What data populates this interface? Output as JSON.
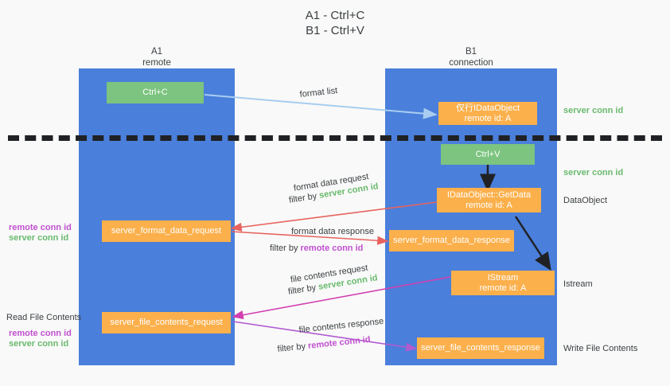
{
  "title": {
    "line1": "A1 - Ctrl+C",
    "line2": "B1 - Ctrl+V"
  },
  "columns": [
    {
      "name": "A1",
      "sub": "remote"
    },
    {
      "name": "B1",
      "sub": "connection"
    }
  ],
  "nodes": {
    "ctrl_c": {
      "label": "Ctrl+C",
      "color": "#7cc47f"
    },
    "ctrl_v": {
      "label": "Ctrl+V",
      "color": "#7cc47f"
    },
    "idataobject": {
      "label": "仅行IDataObject",
      "sub": "remote id: A",
      "color": "#fbb04c"
    },
    "getdata": {
      "label": "IDataObject::GetData",
      "sub": "remote id: A",
      "color": "#fbb04c"
    },
    "istream": {
      "label": "IStream",
      "sub": "remote id: A",
      "color": "#fbb04c"
    },
    "format_data_request": {
      "label": "server_format_data_request",
      "color": "#fbb04c"
    },
    "format_data_response": {
      "label": "server_format_data_response",
      "color": "#fbb04c"
    },
    "file_contents_request": {
      "label": "server_file_contents_request",
      "color": "#fbb04c"
    },
    "file_contents_response": {
      "label": "server_file_contents_response",
      "color": "#fbb04c"
    }
  },
  "edge_labels": {
    "format_list": "format list",
    "format_data_request": "format data request",
    "format_data_request_filter_pre": "filter by ",
    "format_data_request_filter_key": "server conn id",
    "format_data_response": "format data response",
    "format_data_response_filter_pre": "filter by ",
    "format_data_response_filter_key": "remote conn id",
    "file_contents_request": "file contents request",
    "file_contents_request_filter_pre": "filter by ",
    "file_contents_request_filter_key": "server conn id",
    "file_contents_response": "file contents response",
    "file_contents_response_filter_pre": "filter by ",
    "file_contents_response_filter_key": "remote conn id"
  },
  "annotations": {
    "server_conn_id_top": "server conn id",
    "server_conn_id_second": "server conn id",
    "dataobject": "DataObject",
    "istream": "Istream",
    "write_file_contents": "Write File Contents",
    "read_file_contents": "Read File Contents",
    "left_remote_conn_id_1": "remote conn id",
    "left_server_conn_id_1": "server conn id",
    "left_remote_conn_id_2": "remote conn id",
    "left_server_conn_id_2": "server conn id"
  },
  "colors": {
    "lane": "#4a7fdb",
    "green_box": "#7cc47f",
    "orange_box": "#fbb04c",
    "server_conn_id": "#6aba6e",
    "remote_conn_id": "#c050d0",
    "arrow_light_blue": "#a8cdf0",
    "arrow_red": "#e8635f",
    "arrow_magenta": "#d23fb0",
    "arrow_purple": "#b05bd0",
    "arrow_black": "#202124",
    "background": "#f9f9f9"
  }
}
